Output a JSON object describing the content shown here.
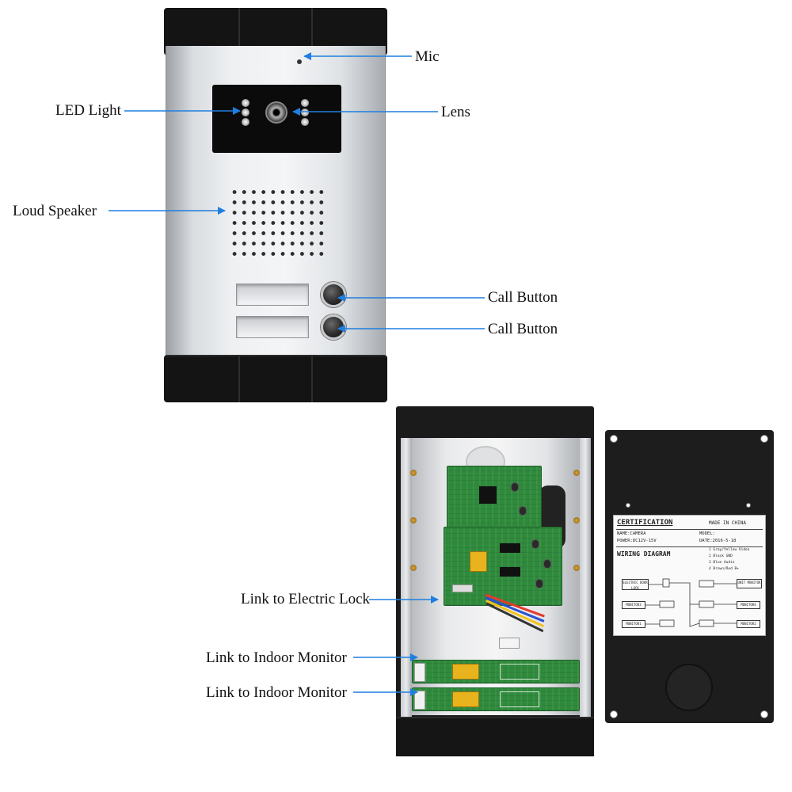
{
  "labels": {
    "mic": "Mic",
    "led_light": "LED Light",
    "lens": "Lens",
    "loud_speaker": "Loud Speaker",
    "call_button_1": "Call Button",
    "call_button_2": "Call Button",
    "link_electric_lock": "Link to Electric Lock",
    "link_indoor_monitor_1": "Link to Indoor Monitor",
    "link_indoor_monitor_2": "Link to Indoor Monitor"
  },
  "certification": {
    "title": "CERTIFICATION",
    "made_in": "MADE IN CHINA",
    "name": "NAME:CAMERA",
    "model": "MODEL:",
    "power": "POWER:DC12V-15V",
    "date": "DATE:2016-5-18",
    "wiring_title": "WIRING  DIAGRAM",
    "legend": [
      "1 Gray/Yellow  Video",
      "2 Black        GND",
      "3 Blue         Audio",
      "4 Brown/Red    B+"
    ],
    "boxes": {
      "electric_door_lock": "ELECTRIC DOOR LOCK",
      "unit_monitor": "UNIT MONITOR",
      "monitor3": "MONITOR3",
      "monitor4": "MONITOR4",
      "monitor1": "MONITOR1",
      "monitor2": "MONITOR2"
    }
  },
  "colors": {
    "arrow": "#1f7fe0",
    "pcb_green": "#2f8a3c",
    "housing_black": "#1b1b1b"
  }
}
